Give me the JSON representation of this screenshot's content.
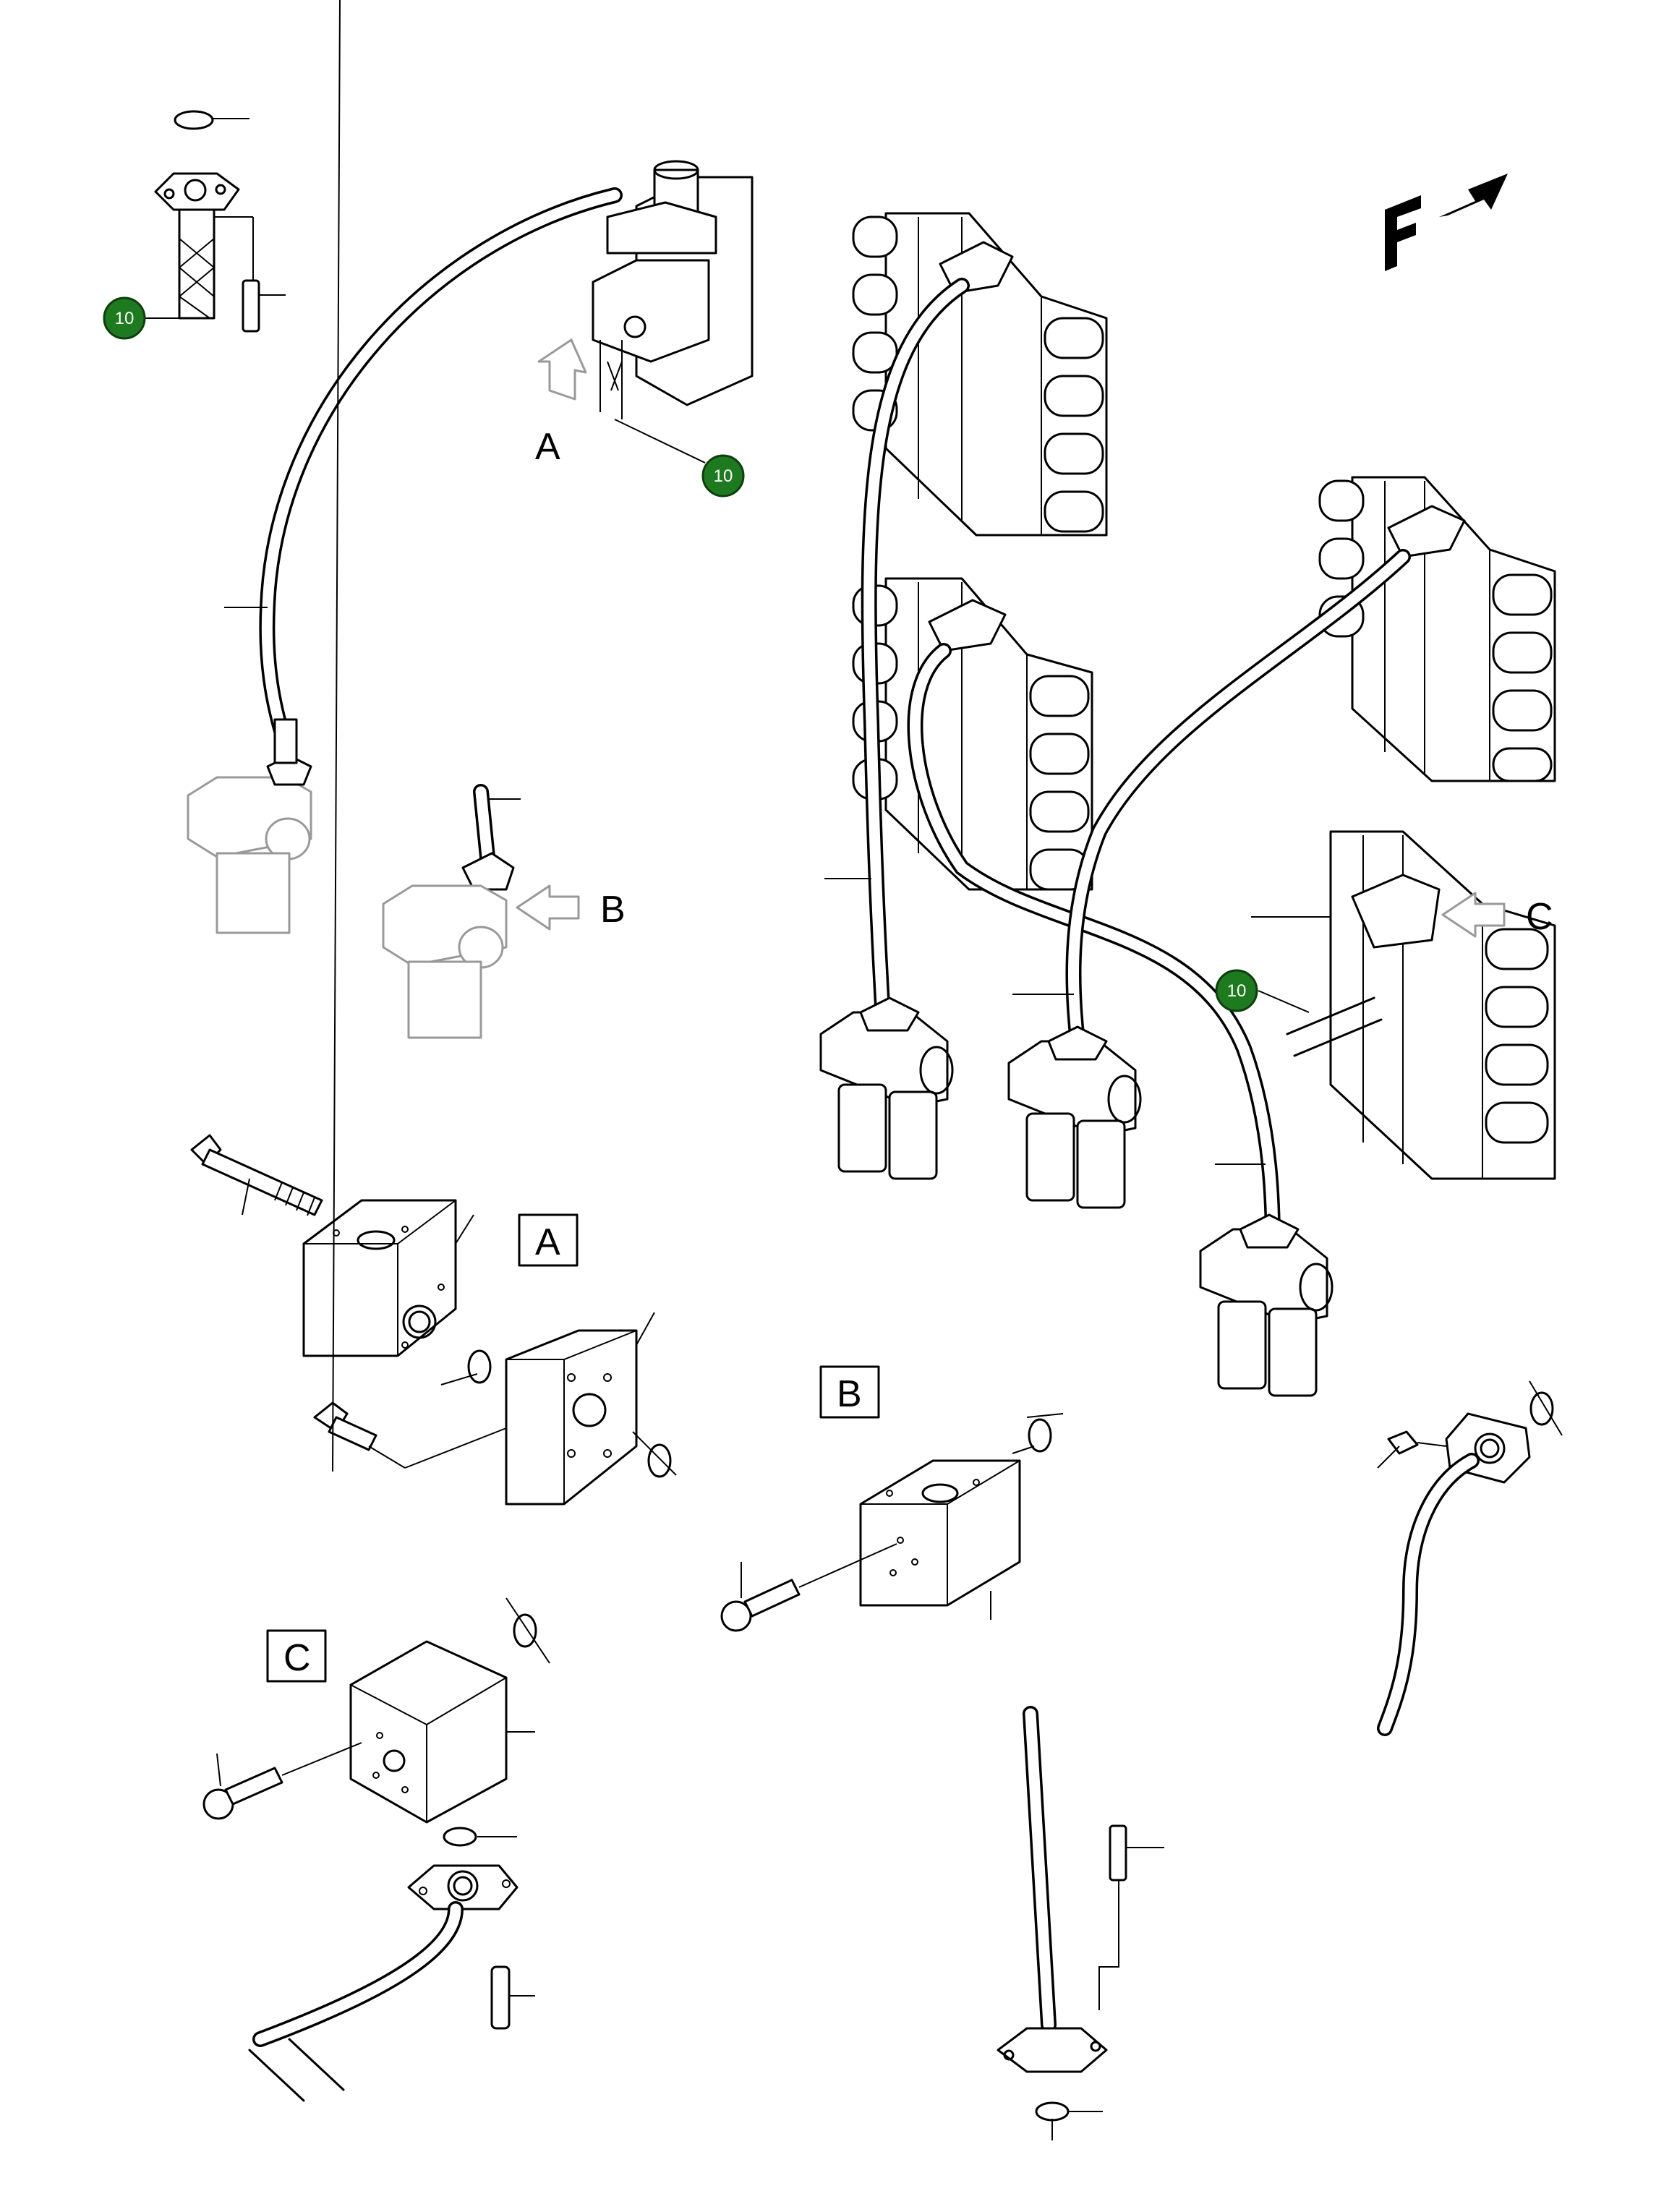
{
  "view_labels": {
    "a": "A",
    "b": "B",
    "c": "C"
  },
  "detail_boxes": {
    "a": "A",
    "b": "B",
    "c": "C"
  },
  "direction": {
    "letter": "F",
    "icon": "arrow-forward-icon"
  },
  "callouts": [
    {
      "value": "10"
    },
    {
      "value": "10"
    },
    {
      "value": "10"
    }
  ],
  "colors": {
    "callout_fill": "#1e7a1e",
    "line": "#000000",
    "background": "#ffffff"
  }
}
